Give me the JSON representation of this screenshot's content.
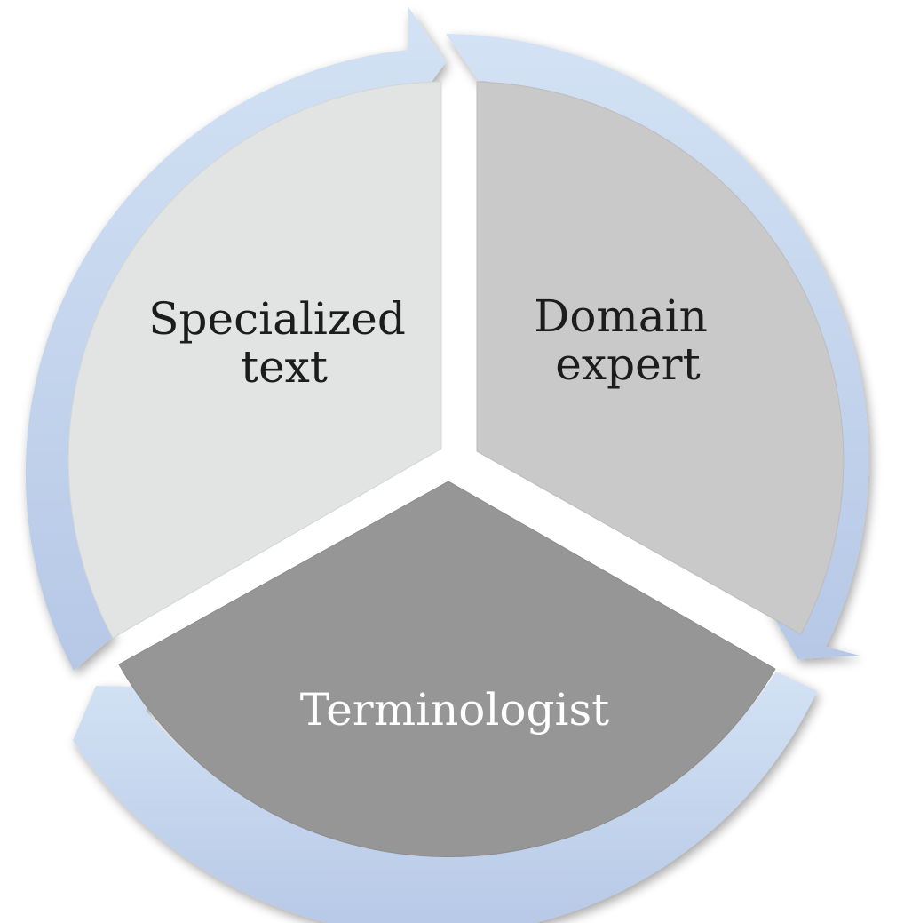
{
  "diagram": {
    "type": "cycle",
    "segments": [
      {
        "id": "specialized-text",
        "lines": [
          "Specialized",
          "text"
        ],
        "color": "#e2e3e3"
      },
      {
        "id": "domain-expert",
        "lines": [
          "Domain",
          "expert"
        ],
        "color": "#c9c9c9"
      },
      {
        "id": "terminologist",
        "lines": [
          "Terminologist"
        ],
        "color": "#969696"
      }
    ],
    "arrow_color": "#c2d3ec"
  }
}
